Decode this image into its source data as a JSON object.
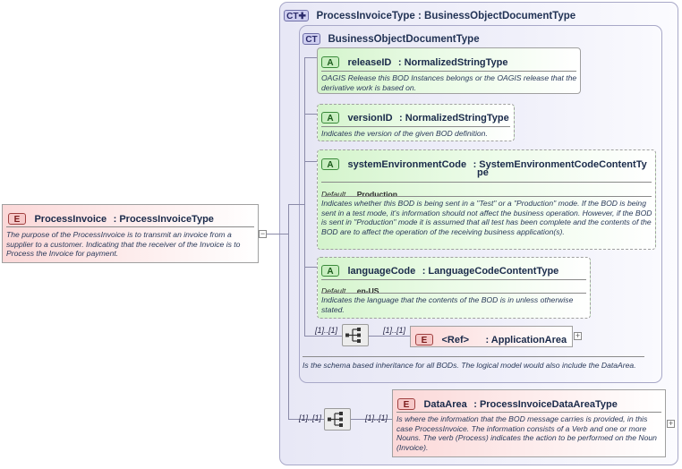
{
  "root_element": {
    "badge": "E",
    "name": "ProcessInvoice",
    "type": ": ProcessInvoiceType",
    "description": "The purpose of the ProcessInvoice is to transmit an invoice from a supplier to a customer. Indicating that the receiver of the Invoice is to Process the Invoice for payment."
  },
  "outer_type": {
    "badge": "CT",
    "title": "ProcessInvoiceType : BusinessObjectDocumentType"
  },
  "inner_type": {
    "badge": "CT",
    "title": "BusinessObjectDocumentType",
    "description": "Is the schema based inheritance for all BODs. The logical model would also include the DataArea."
  },
  "attributes": [
    {
      "badge": "A",
      "name": "releaseID",
      "type": ": NormalizedStringType",
      "description": "OAGIS Release this BOD Instances belongs or the OAGIS release that the derivative work is based on."
    },
    {
      "badge": "A",
      "name": "versionID",
      "type": ": NormalizedStringType",
      "description": "Indicates the version of the given BOD definition."
    },
    {
      "badge": "A",
      "name": "systemEnvironmentCode",
      "type": ": SystemEnvironmentCodeContentTy",
      "type_wrap": "pe",
      "default_label": "Default",
      "default_value": "Production",
      "description": "Indicates whether this BOD is being sent in a \"Test\" or a \"Production\" mode. If the BOD is being sent in a test mode, it's information should not affect the business operation. However, if the BOD is sent in \"Production\" mode it is assumed that all test has been complete and the contents of the BOD are to affect the operation of the receiving business application(s)."
    },
    {
      "badge": "A",
      "name": "languageCode",
      "type": ": LanguageCodeContentType",
      "default_label": "Default",
      "default_value": "en-US",
      "description": "Indicates the language that the contents of the BOD is in unless otherwise stated."
    }
  ],
  "application_area": {
    "badge": "E",
    "name": "<Ref>",
    "type": ": ApplicationArea",
    "card_seq": "[1]..[1]",
    "card_elem": "[1]..[1]"
  },
  "data_area": {
    "badge": "E",
    "name": "DataArea",
    "type": ": ProcessInvoiceDataAreaType",
    "card_seq": "[1]..[1]",
    "card_elem": "[1]..[1]",
    "description": "Is where the information that the BOD message carries is provided, in this case ProcessInvoice. The information consists of a Verb and one or more Nouns. The verb (Process) indicates the action to be performed on the Noun (Invoice)."
  },
  "icons": [
    "ct-icon",
    "attribute-icon",
    "element-icon",
    "sequence-icon",
    "expand-icon"
  ]
}
